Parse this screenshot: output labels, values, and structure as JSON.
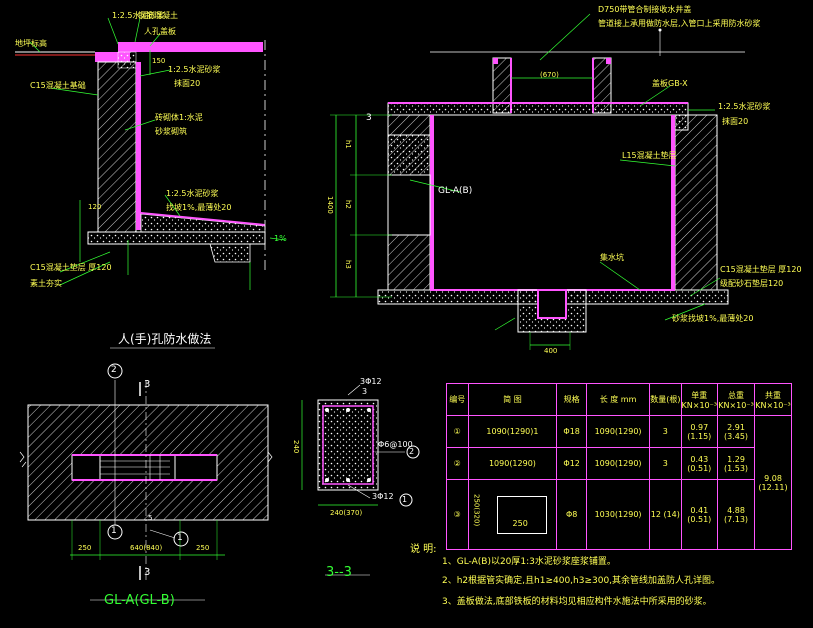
{
  "colors": {
    "background": "#000000",
    "outline": "#ffffff",
    "dimension": "#33ff33",
    "text": "#ffff55",
    "wall_fill": "#ff55ff",
    "concrete": "#ffffff",
    "cyan": "#00ffff"
  },
  "left_detail": {
    "top_label_1": "1:2.5水泥砂浆",
    "top_label_2": "钢筋混凝土",
    "top_label_3": "人孔盖板",
    "dim_right": "150",
    "ground_label": "地坪标高",
    "inner_label_1": "1:2.5水泥砂浆",
    "inner_label_2": "抹面20",
    "c15_label": "C15混凝土基础",
    "wall_label_1": "砖砌体1:水泥",
    "wall_label_2": "砂浆砌筑",
    "floor_label_1": "1:2.5水泥砂浆",
    "floor_label_2": "找坡1%,最薄处20",
    "dim_120": "120",
    "slope": "1%",
    "bottom_label_1": "C15混凝土垫层 厚120",
    "bottom_label_2": "素土夯实"
  },
  "right_detail": {
    "pipe_label": "D750带管合制接收水井盖",
    "pipe_note": "管道接上承用做防水层,入管口上采用防水砂浆",
    "dim_top": "(670)",
    "cover_label": "盖板GB-X",
    "plaster_1": "1:2.5水泥砂浆",
    "plaster_2": "抹面20",
    "wall_label": "L15混凝土垫层",
    "beam_label": "GL-A(B)",
    "dim_h": "1400",
    "h1": "h1",
    "h2": "h2",
    "h3": "h3",
    "sump_label": "集水坑",
    "base_1": "C15混凝土垫层 厚120",
    "base_2": "级配砂石垫层120",
    "floor_plaster": "砂浆找坡1%,最薄处20",
    "sump_dim": "400",
    "section_mark": "3"
  },
  "section_titles": {
    "hole_waterproof": "人(手)孔防水做法",
    "gl_title": "GL-A(GL-B)",
    "sec33": "3--3"
  },
  "gl_beam": {
    "mark_top": "2",
    "mark_b1": "1",
    "mark_b2": "1",
    "section_top": "3",
    "section_bottom": "3",
    "dim_left": "250",
    "dim_mid": "640(840)",
    "dim_right": "250",
    "dim_small": "5"
  },
  "sec33": {
    "rebar_top": "3Φ12",
    "rebar_side": "Φ6@100",
    "rebar_bot": "3Φ12",
    "mark_1": "1",
    "mark_2": "2",
    "mark_3": "3",
    "dim_h": "240",
    "dim_w": "240(370)"
  },
  "table": {
    "headers": [
      "编号",
      "简 图",
      "规格",
      "长 度 mm",
      "数量(根)",
      "单重 KN×10⁻³",
      "总重 KN×10⁻³",
      "共重 KN×10⁻³"
    ],
    "rows": [
      {
        "no": "①",
        "sketch": "1090(1290)1",
        "spec": "Φ18",
        "length": "1090(1290)",
        "qty": "3",
        "unit": "0.97 (1.15)",
        "total": "2.91 (3.45)"
      },
      {
        "no": "②",
        "sketch": "1090(1290)",
        "spec": "Φ12",
        "length": "1090(1290)",
        "qty": "3",
        "unit": "0.43 (0.51)",
        "total": "1.29 (1.53)"
      },
      {
        "no": "③",
        "sketch": "250",
        "spec": "Φ8",
        "length": "1030(1290)",
        "qty": "12 (14)",
        "unit": "0.41 (0.51)",
        "total": "4.88 (7.13)"
      }
    ],
    "grand_total": "9.08 (12.11)",
    "sketch_dim": "250(320)"
  },
  "notes": {
    "label": "说 明:",
    "n1": "1、GL-A(B)以20厚1:3水泥砂浆座浆铺置。",
    "n2": "2、h2根据管实确定,且h1≥400,h3≥300,其余管线加盖防人孔详图。",
    "n3": "3、盖板做法,底部铁板的材料均见相应构件水施法中所采用的砂浆。"
  }
}
